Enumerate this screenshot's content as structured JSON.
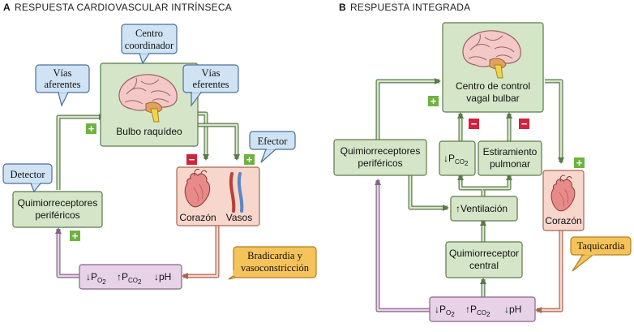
{
  "panel_a": {
    "letter": "A",
    "title": "RESPUESTA CARDIOVASCULAR INTRÍNSECA",
    "callouts": {
      "coordinator": [
        "Centro",
        "coordinador"
      ],
      "afferent": [
        "Vías",
        "aferentes"
      ],
      "efferent": [
        "Vías",
        "eferentes"
      ],
      "effector": "Efector",
      "detector": "Detector",
      "response": [
        "Bradicardia y",
        "vasoconstricción"
      ]
    },
    "nodes": {
      "medulla": "Bulbo raquídeo",
      "chemoreceptors": [
        "Quimiorreceptores",
        "periféricos"
      ],
      "heart": "Corazón",
      "vessels": "Vasos",
      "blood_gases": {
        "po2": "P",
        "po2_sub": "O",
        "po2_sub2": "2",
        "pco2": "P",
        "pco2_sub": "CO",
        "pco2_sub2": "2",
        "ph": "pH"
      }
    }
  },
  "panel_b": {
    "letter": "B",
    "title": "RESPUESTA INTEGRADA",
    "callouts": {
      "response": "Taquicardia"
    },
    "nodes": {
      "vagal_center": [
        "Centro de control",
        "vagal bulbar"
      ],
      "chemoreceptors": [
        "Quimiorreceptores",
        "periféricos"
      ],
      "pco2_low": {
        "p": "P",
        "sub": "CO",
        "sub2": "2"
      },
      "stretch": [
        "Estiramiento",
        "pulmonar"
      ],
      "ventilation": "Ventilación",
      "central_chemo": [
        "Quimiorreceptor",
        "central"
      ],
      "heart": "Corazón",
      "blood_gases": {
        "po2": "P",
        "po2_sub": "O",
        "po2_sub2": "2",
        "pco2": "P",
        "pco2_sub": "CO",
        "pco2_sub2": "2",
        "ph": "pH"
      }
    }
  },
  "signs": {
    "plus": "+",
    "minus": "−"
  },
  "arrows": {
    "up": "↑",
    "down": "↓"
  },
  "colors": {
    "green_fill": "#d5e6c8",
    "green_stroke": "#5a7a4a",
    "blue_fill": "#cfe3f5",
    "blue_stroke": "#4d6f96",
    "pink_fill": "#f7d6cc",
    "pink_stroke": "#a8664f",
    "lilac_fill": "#e7d2e8",
    "lilac_stroke": "#856488",
    "orange_fill": "#f6c35b",
    "orange_stroke": "#b07f1f",
    "plus_color": "#6db33f",
    "minus_color": "#d1233b"
  }
}
